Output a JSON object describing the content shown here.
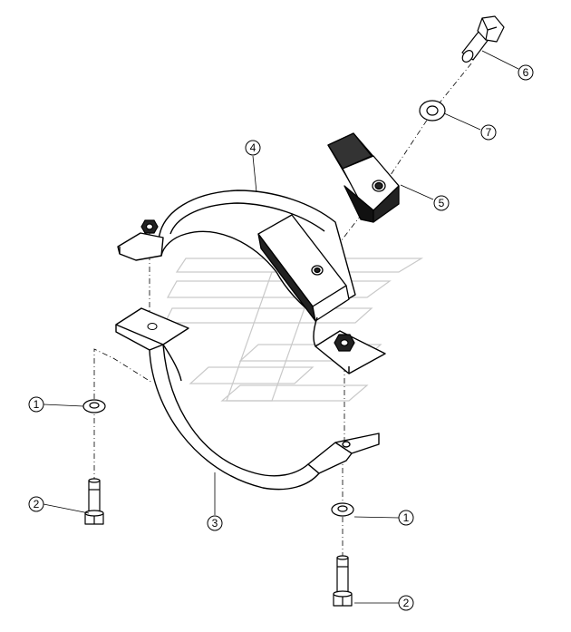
{
  "diagram": {
    "callouts": [
      {
        "id": "c1a",
        "label": "1"
      },
      {
        "id": "c1b",
        "label": "1"
      },
      {
        "id": "c2a",
        "label": "2"
      },
      {
        "id": "c2b",
        "label": "2"
      },
      {
        "id": "c3",
        "label": "3"
      },
      {
        "id": "c4",
        "label": "4"
      },
      {
        "id": "c5",
        "label": "5"
      },
      {
        "id": "c6",
        "label": "6"
      },
      {
        "id": "c7",
        "label": "7"
      }
    ]
  }
}
